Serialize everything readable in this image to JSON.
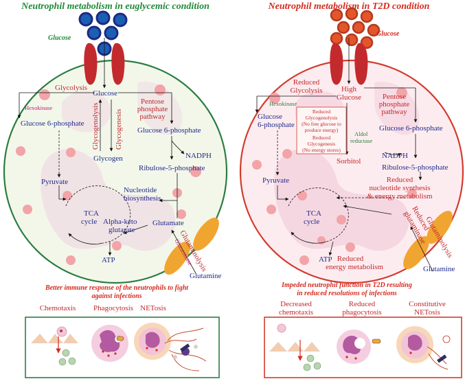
{
  "colors": {
    "green_title": "#1f8a3a",
    "red_title": "#d52a1e",
    "blue_text": "#1f2a8c",
    "red_text": "#c0282d",
    "magenta_text": "#c2187a",
    "cell_border_left": "#2a7d3f",
    "cell_border_right": "#d23b2d",
    "cell_fill_left": "#f3f7ea",
    "cell_fill_right": "#fdecef",
    "glucose_blue": "#1a5fb4",
    "glucose_red": "#e4552b",
    "transporter": "#c32a2e",
    "glutamine_transporter": "#f1a531"
  },
  "left": {
    "title": "Neutrophil metabolism in euglycemic condition",
    "glucose_label": "Glucose",
    "glycolysis": "Glycolysis",
    "glucose": "Glucose",
    "hexokinase": "Hexokinase",
    "glucose6p": "Glucose 6-phosphate",
    "glycogenolysis": "Glycogenolysis",
    "glycogenesis": "Glycogenesis",
    "glycogen": "Glycogen",
    "ppp": [
      "Pentose",
      "phosphate",
      "pathway"
    ],
    "glucose6p_right": "Glucose 6-phosphate",
    "nadph": "NADPH",
    "ribulose": "Ribulose-5-phosphate",
    "pyruvate": "Pyruvate",
    "nucleotide": [
      "Nucleotide",
      "biosynthesis"
    ],
    "tca": [
      "TCA",
      "cycle"
    ],
    "alpha_kg": [
      "Alpha-keto",
      "glutarate"
    ],
    "glutamate": "Glutamate",
    "glutaminolysis": "Glutaminolysis",
    "glutaminase": "Glutaminase",
    "atp": "ATP",
    "glutamine": "Glutamine",
    "outcome": [
      "Better immune response of the neutrophils to fight",
      "against infections"
    ],
    "functions": [
      "Chemotaxis",
      "Phagocytosis",
      "NETosis"
    ]
  },
  "right": {
    "title": "Neutrophil metabolism in T2D condition",
    "glucose_label": "Glucose",
    "reduced_glycolysis": [
      "Reduced",
      "Glycolysis"
    ],
    "high_glucose": [
      "High",
      "Glucose"
    ],
    "hexokinase": "Hexokinase",
    "glucose6p_left": [
      "Glucose",
      "6-phosphate"
    ],
    "box_line1": [
      "Reduced",
      "Glycogenolysis",
      "(No free glucose to",
      "produce energy)"
    ],
    "box_line2": [
      "Reduced",
      "Glycogenesis",
      "(No energy stores)"
    ],
    "aldol": [
      "Aldol",
      "reductase"
    ],
    "sorbitol": "Sorbitol",
    "ppp": [
      "Pentose",
      "phosphate",
      "pathway"
    ],
    "glucose6p_right": "Glucose 6-phosphate",
    "nadph": "NADPH",
    "ribulose": "Ribulose-5-phosphate",
    "pyruvate": "Pyruvate",
    "reduced_nucleotide": [
      "Reduced",
      "nucleotide synthesis",
      "& energy metabolism"
    ],
    "tca": [
      "TCA",
      "cycle"
    ],
    "reduced_glutaminase": [
      "Reduced",
      "glutaminase"
    ],
    "glutaminolysis": "Glutaminolysis",
    "atp": "ATP",
    "reduced_energy": [
      "Reduced",
      "energy metabolism"
    ],
    "glutamine": "Glutamine",
    "outcome": [
      "Impeded  neutrophil function in T2D resulting",
      "in reduced resolutions of infections"
    ],
    "functions": [
      [
        "Decreased",
        "chemotaxis"
      ],
      [
        "Reduced",
        "phagocytosis"
      ],
      [
        "Constitutive",
        "NETosis"
      ]
    ]
  }
}
